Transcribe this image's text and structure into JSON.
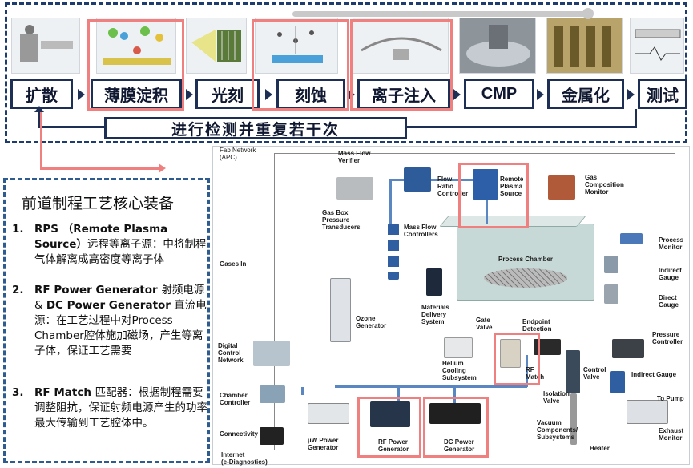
{
  "flow": {
    "steps": [
      "扩散",
      "薄膜淀积",
      "光刻",
      "刻蚀",
      "离子注入",
      "CMP",
      "金属化",
      "测试"
    ],
    "loop_label": "进行检测并重复若干次"
  },
  "core_panel": {
    "title": "前道制程工艺核心装备",
    "items": [
      {
        "num": "1.",
        "bold": "RPS （Remote Plasma Source）",
        "text": "远程等离子源：中将制程气体解离成高密度等离子体"
      },
      {
        "num": "2.",
        "bold": "RF Power Generator ",
        "text": "射频电源 & ",
        "bold2": "DC Power Generator",
        "text2": " 直流电源：在工艺过程中对Process Chamber腔体施加磁场，产生等离子体，保证工艺需要"
      },
      {
        "num": "3.",
        "bold": "RF Match ",
        "text": "匹配器：根据制程需要调整阻抗，保证射频电源产生的功率最大传输到工艺腔体中。"
      }
    ]
  },
  "diagram": {
    "labels": {
      "fab_network": "Fab Network\n(APC)",
      "mass_flow_verifier": "Mass Flow\nVerifier",
      "flow_ratio_controller": "Flow\nRatio\nController",
      "remote_plasma_source": "Remote\nPlasma\nSource",
      "gas_composition_monitor": "Gas\nComposition\nMonitor",
      "gas_box": "Gas Box\nPressure\nTransducers",
      "mass_flow_controllers": "Mass Flow\nControllers",
      "process_monitor": "Process\nMonitor",
      "gases_in": "Gases In",
      "process_chamber": "Process Chamber",
      "indirect_gauge_right": "Indirect\nGauge",
      "direct_gauge": "Direct\nGauge",
      "ozone_generator": "Ozone\nGenerator",
      "materials_delivery": "Materials\nDelivery\nSystem",
      "gate_valve": "Gate\nValve",
      "endpoint_detection": "Endpoint\nDetection",
      "pressure_controller": "Pressure\nController",
      "digital_control": "Digital\nControl\nNetwork",
      "helium_cooling": "Helium\nCooling\nSubsystem",
      "rf_match": "RF\nMatch",
      "control_valve": "Control\nValve",
      "indirect_gauge": "Indirect Gauge",
      "chamber_controller": "Chamber\nController",
      "isolation_valve": "Isolation\nValve",
      "to_pump": "To Pump",
      "vacuum_components": "Vacuum\nComponents/\nSubsystems",
      "exhaust_monitor": "Exhaust\nMonitor",
      "connectivity": "Connectivity",
      "uw_power": "µW Power\nGenerator",
      "rf_power": "RF Power\nGenerator",
      "dc_power": "DC Power\nGenerator",
      "heater": "Heater",
      "internet": "Internet\n(e-Diagnostics)"
    }
  },
  "colors": {
    "highlight": "#f08080",
    "dark_navy": "#1d2f54",
    "frame_blue": "#2f5c8f",
    "pipe_blue": "#5a86c2"
  }
}
